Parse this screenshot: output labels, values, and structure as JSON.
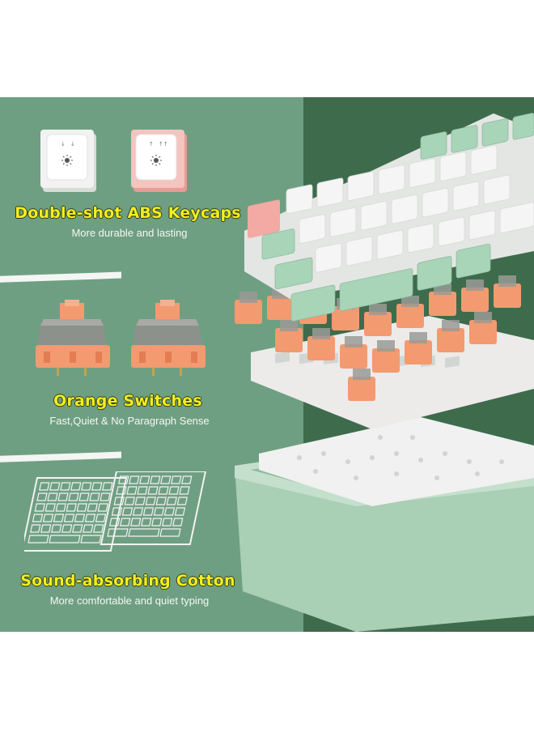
{
  "features": [
    {
      "title": "Double-shot ABS Keycaps",
      "subtitle": "More durable and lasting"
    },
    {
      "title": "Orange Switches",
      "subtitle": "Fast,Quiet & No Paragraph Sense"
    },
    {
      "title": "Sound-absorbing Cotton",
      "subtitle": "More comfortable and quiet typing"
    }
  ],
  "colors": {
    "panel_left": "#6f9f82",
    "panel_right": "#3e6b4c",
    "heading_text": "#f3ee1f",
    "keycap_white": "#f2f2f2",
    "keycap_mint": "#a8d4b8",
    "keycap_pink": "#f3a9a4",
    "switch_orange": "#f39a70",
    "plate_white": "#f1f1f1",
    "case_green": "#a9cfb5"
  },
  "icons": [
    "keycap-icon",
    "switch-icon",
    "cotton-pad-icon",
    "exploded-keyboard-illustration"
  ]
}
